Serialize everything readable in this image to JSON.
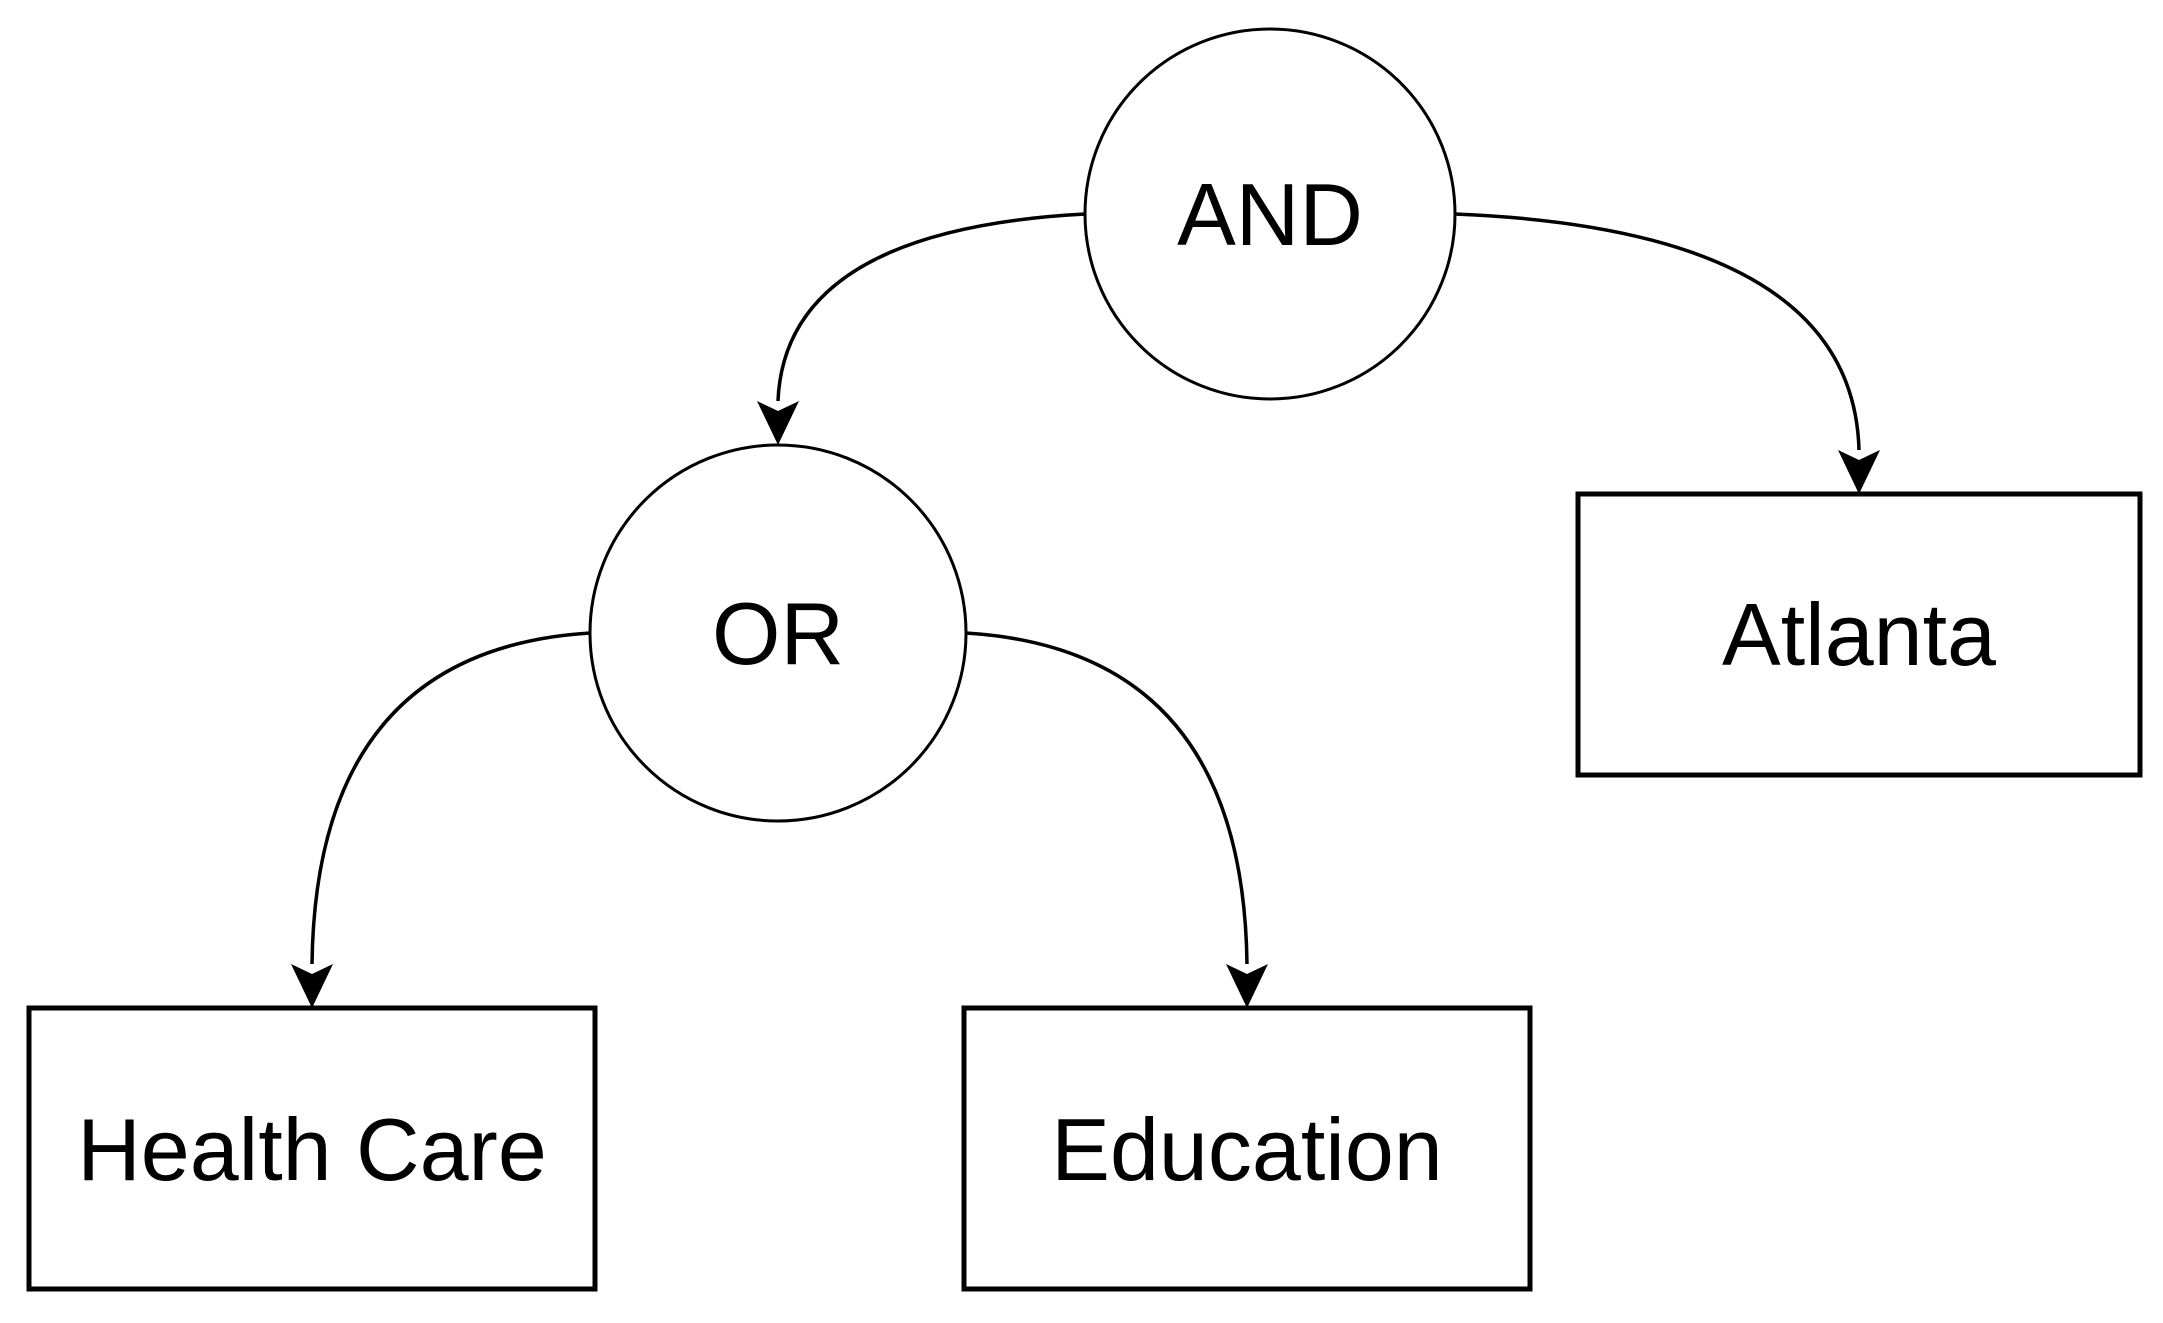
{
  "canvas": {
    "background_color": "#ffffff",
    "stroke_color": "#000000",
    "node_fill_color": "#ffffff",
    "text_color": "#000000"
  },
  "nodes": {
    "and": {
      "label": "AND",
      "shape": "circle",
      "role": "operator"
    },
    "or": {
      "label": "OR",
      "shape": "circle",
      "role": "operator"
    },
    "atlanta": {
      "label": "Atlanta",
      "shape": "rectangle",
      "role": "term"
    },
    "health_care": {
      "label": "Health Care",
      "shape": "rectangle",
      "role": "term"
    },
    "education": {
      "label": "Education",
      "shape": "rectangle",
      "role": "term"
    }
  },
  "edges": [
    {
      "from": "AND",
      "to": "OR"
    },
    {
      "from": "AND",
      "to": "Atlanta"
    },
    {
      "from": "OR",
      "to": "Health Care"
    },
    {
      "from": "OR",
      "to": "Education"
    }
  ]
}
